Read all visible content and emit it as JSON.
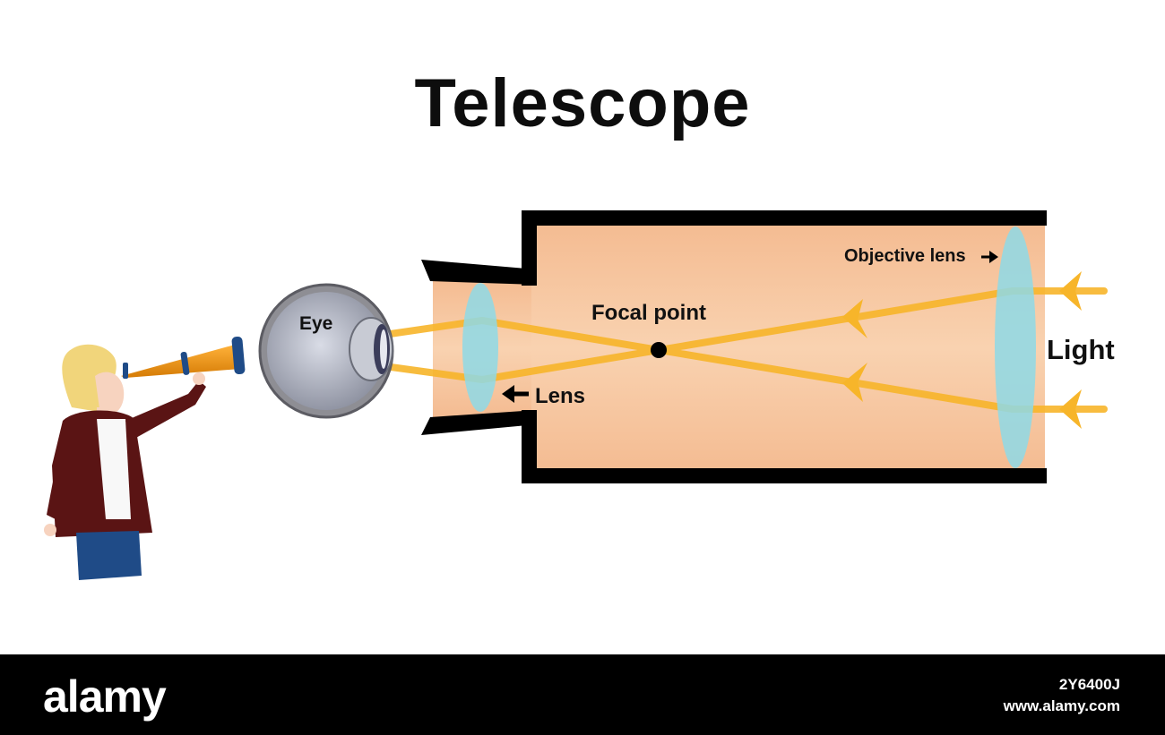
{
  "title": "Telescope",
  "labels": {
    "eye": "Eye",
    "focal_point": "Focal point",
    "lens": "Lens",
    "objective_lens": "Objective lens",
    "light": "Light"
  },
  "watermark": {
    "brand": "alamy",
    "image_id": "2Y6400J",
    "site": "www.alamy.com"
  },
  "colors": {
    "tube_fill": "#f7cba4",
    "tube_border": "#000000",
    "lens": "#8ed9e6",
    "light_ray": "#f7b52a",
    "background": "#ffffff",
    "footer": "#000000"
  }
}
